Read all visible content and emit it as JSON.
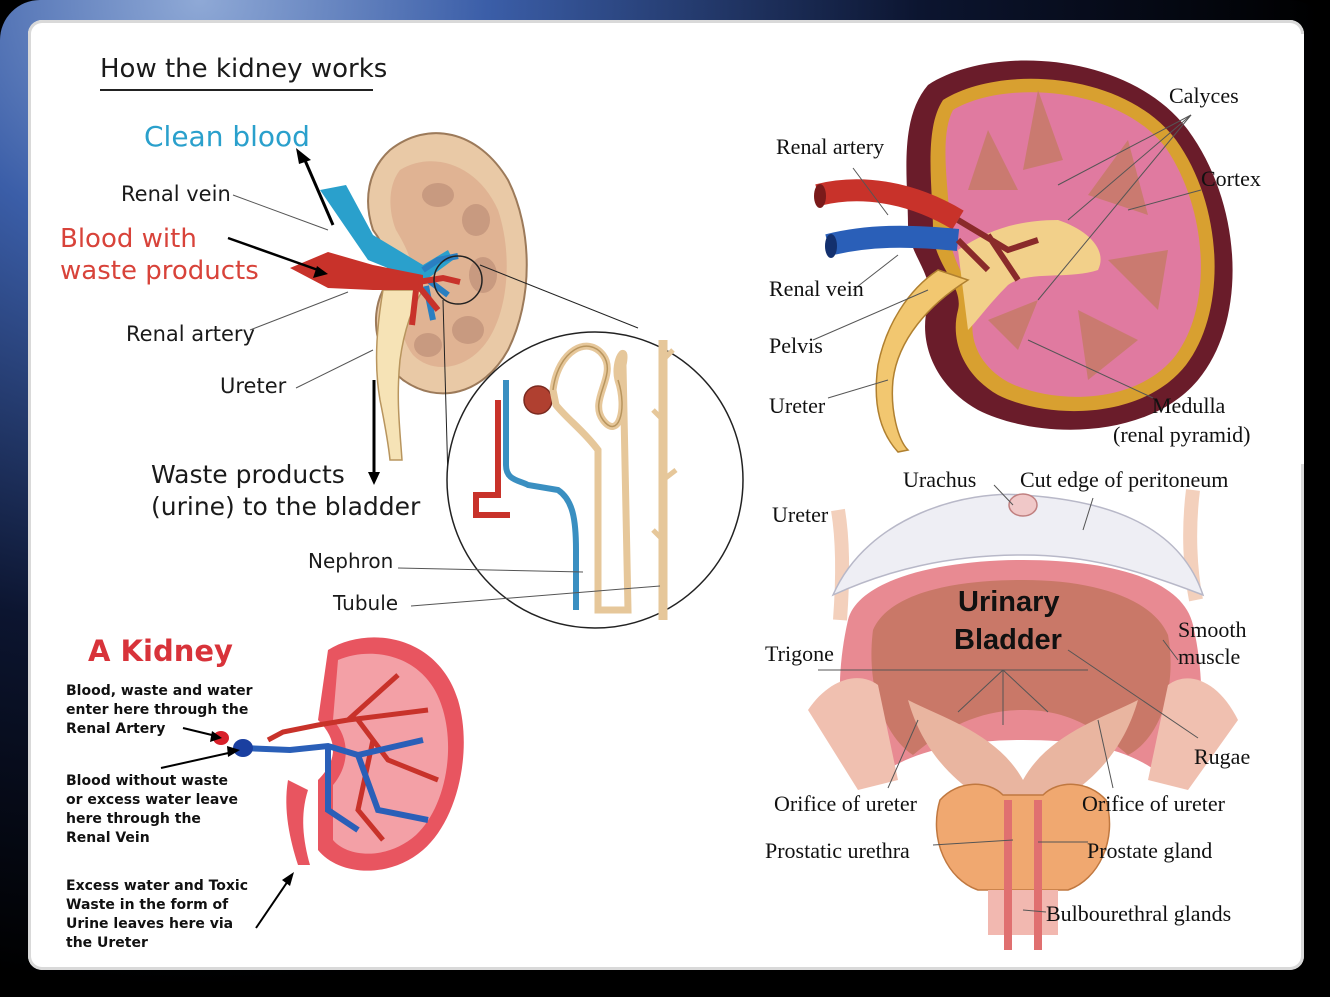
{
  "colors": {
    "red": "#c8322a",
    "blue": "#2a7fc1",
    "teal": "#3ab3cf",
    "kidney": "#f0d2b4",
    "bladder": "#e9a48d"
  },
  "left_diagram": {
    "title": "How the kidney works",
    "clean_blood": "Clean blood",
    "renal_vein": "Renal vein",
    "blood_with_line1": "Blood with",
    "blood_with_line2": "waste products",
    "renal_artery": "Renal artery",
    "ureter": "Ureter",
    "waste_line1": "Waste products",
    "waste_line2": "(urine) to the bladder",
    "nephron": "Nephron",
    "tubule": "Tubule"
  },
  "a_kidney": {
    "title": "A Kidney",
    "artery_lines": [
      "Blood, waste and water",
      "enter here through the",
      "Renal Artery"
    ],
    "vein_lines": [
      "Blood without waste",
      "or excess water leave",
      "here through the",
      "Renal Vein"
    ],
    "ureter_lines": [
      "Excess water and Toxic",
      "Waste in the form of",
      "Urine leaves here via",
      "the Ureter"
    ]
  },
  "kidney_section": {
    "calyces": "Calyces",
    "renal_artery": "Renal artery",
    "cortex": "Cortex",
    "renal_vein": "Renal vein",
    "pelvis": "Pelvis",
    "ureter": "Ureter",
    "medulla": "Medulla",
    "medulla_sub": "(renal pyramid)"
  },
  "bladder": {
    "urachus": "Urachus",
    "cut_edge": "Cut edge of peritoneum",
    "ureter": "Ureter",
    "title_line1": "Urinary",
    "title_line2": "Bladder",
    "smooth_line1": "Smooth",
    "smooth_line2": "muscle",
    "trigone": "Trigone",
    "rugae": "Rugae",
    "orifice_left": "Orifice of ureter",
    "orifice_right": "Orifice of ureter",
    "prostatic_urethra": "Prostatic urethra",
    "prostate_gland": "Prostate gland",
    "bulbourethral": "Bulbourethral glands"
  }
}
